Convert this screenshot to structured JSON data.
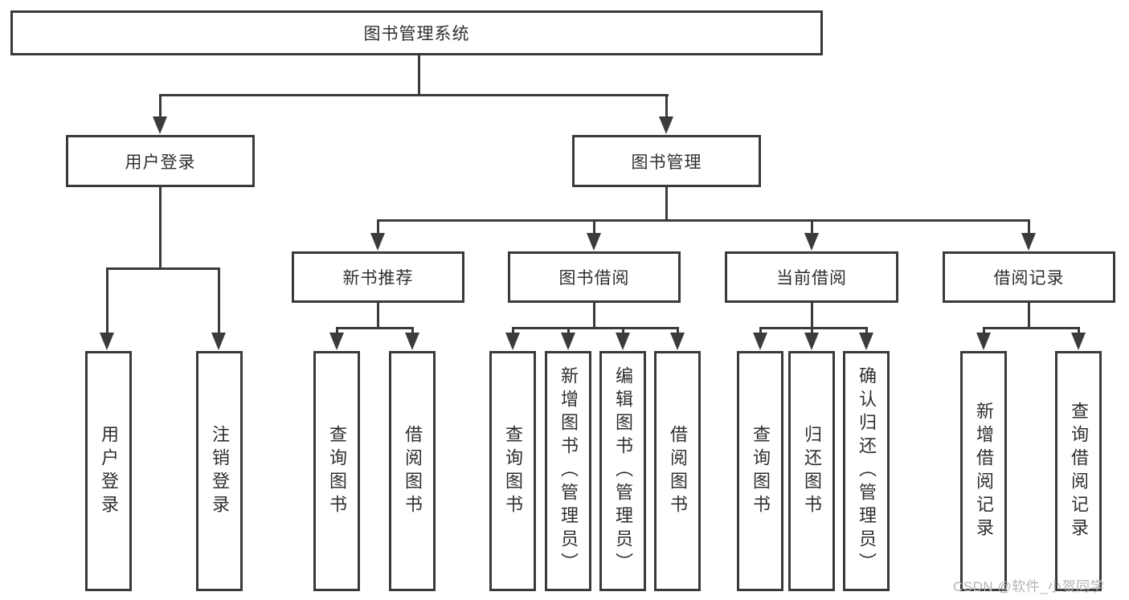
{
  "diagram": {
    "type": "hierarchy-tree",
    "root": {
      "label": "图书管理系统"
    },
    "level2": [
      {
        "label": "用户登录"
      },
      {
        "label": "图书管理"
      }
    ],
    "level3": [
      {
        "label": "新书推荐",
        "parent": "图书管理"
      },
      {
        "label": "图书借阅",
        "parent": "图书管理"
      },
      {
        "label": "当前借阅",
        "parent": "图书管理"
      },
      {
        "label": "借阅记录",
        "parent": "图书管理"
      }
    ],
    "level4": [
      {
        "label": "用户登录",
        "parent": "用户登录"
      },
      {
        "label": "注销登录",
        "parent": "用户登录"
      },
      {
        "label": "查询图书",
        "parent": "新书推荐"
      },
      {
        "label": "借阅图书",
        "parent": "新书推荐"
      },
      {
        "label": "查询图书",
        "parent": "图书借阅"
      },
      {
        "label": "新增图书（管理员）",
        "parent": "图书借阅"
      },
      {
        "label": "编辑图书（管理员）",
        "parent": "图书借阅"
      },
      {
        "label": "借阅图书",
        "parent": "图书借阅"
      },
      {
        "label": "查询图书",
        "parent": "当前借阅"
      },
      {
        "label": "归还图书",
        "parent": "当前借阅"
      },
      {
        "label": "确认归还（管理员）",
        "parent": "当前借阅"
      },
      {
        "label": "新增借阅记录",
        "parent": "借阅记录"
      },
      {
        "label": "查询借阅记录",
        "parent": "借阅记录"
      }
    ],
    "watermark": "CSDN @软件_小贺同学",
    "colors": {
      "line": "#3b3b3b",
      "border": "#3a3a3a",
      "text": "#2f2f2f",
      "watermark": "#b5b5b5",
      "background": "#ffffff"
    }
  }
}
